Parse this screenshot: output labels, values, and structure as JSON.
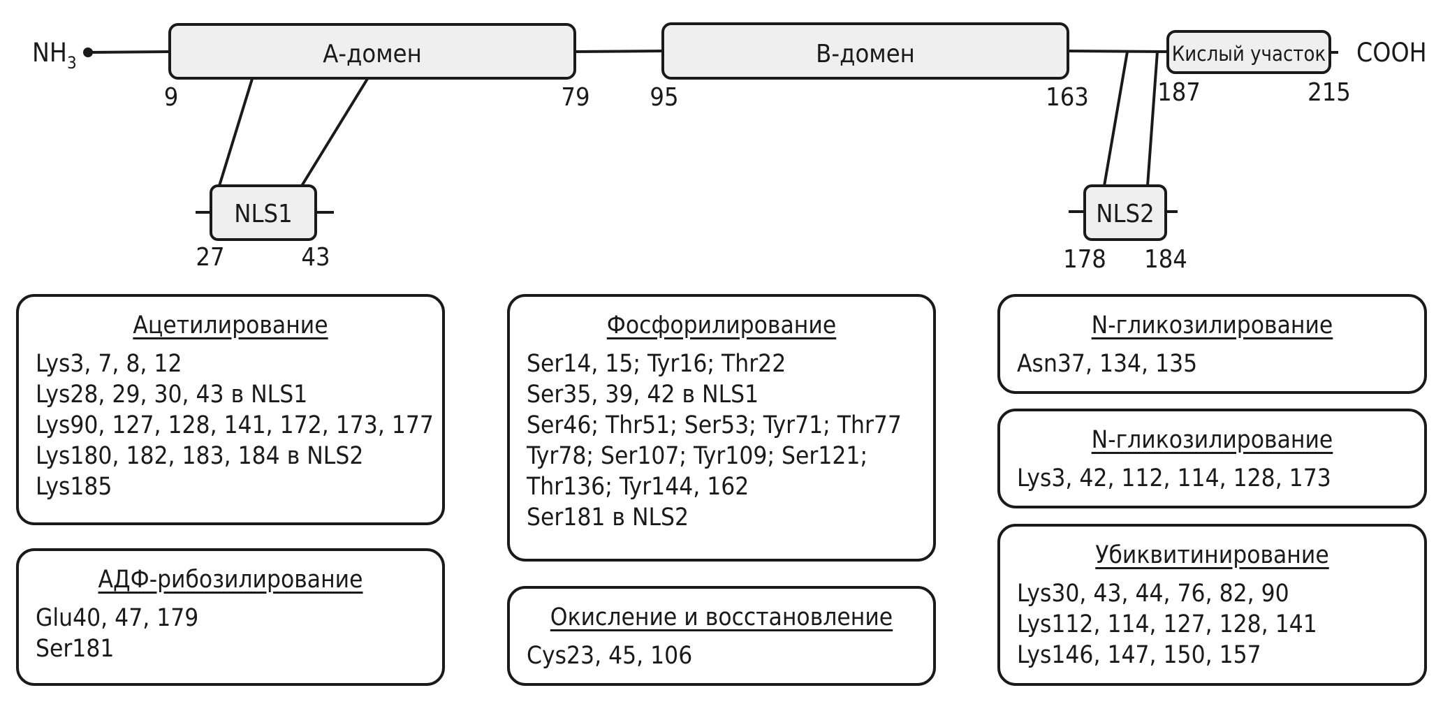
{
  "protein_map": {
    "n_terminus": "NH",
    "n_terminus_sub": "3",
    "c_terminus": "COOH",
    "domains": [
      {
        "id": "a-domain",
        "label": "А-домен",
        "start": "9",
        "end": "79"
      },
      {
        "id": "b-domain",
        "label": "В-домен",
        "start": "95",
        "end": "163"
      },
      {
        "id": "acidic-tail",
        "label": "Кислый участок",
        "start": "187",
        "end": "215"
      }
    ],
    "signals": [
      {
        "id": "nls1",
        "label": "NLS1",
        "start": "27",
        "end": "43"
      },
      {
        "id": "nls2",
        "label": "NLS2",
        "start": "178",
        "end": "184"
      }
    ]
  },
  "modifications": [
    {
      "id": "acetylation",
      "title": "Ацетилирование",
      "lines": [
        "Lys3, 7, 8, 12",
        "Lys28, 29, 30, 43 в NLS1",
        "Lys90, 127, 128, 141, 172, 173, 177",
        "Lys180, 182, 183, 184 в NLS2",
        "Lys185"
      ]
    },
    {
      "id": "adp-ribosylation",
      "title": "АДФ-рибозилирование",
      "lines": [
        "Glu40, 47, 179",
        "Ser181"
      ]
    },
    {
      "id": "phosphorylation",
      "title": "Фосфорилирование",
      "lines": [
        "Ser14, 15; Tyr16; Thr22",
        "Ser35, 39, 42 в NLS1",
        "Ser46; Thr51; Ser53; Tyr71; Thr77",
        "Tyr78; Ser107; Tyr109; Ser121;",
        "Thr136; Tyr144, 162",
        "Ser181 в NLS2"
      ]
    },
    {
      "id": "redox",
      "title": "Окисление и восстановление",
      "lines": [
        "Cys23, 45, 106"
      ]
    },
    {
      "id": "n-glycosylation-1",
      "title": "N-гликозилирование",
      "lines": [
        "Asn37, 134, 135"
      ]
    },
    {
      "id": "n-glycosylation-2",
      "title": "N-гликозилирование",
      "lines": [
        "Lys3, 42, 112, 114, 128, 173"
      ]
    },
    {
      "id": "ubiquitination",
      "title": "Убиквитинирование",
      "lines": [
        "Lys30, 43, 44, 76, 82, 90",
        "Lys112, 114, 127, 128, 141",
        "Lys146, 147, 150, 157"
      ]
    }
  ]
}
